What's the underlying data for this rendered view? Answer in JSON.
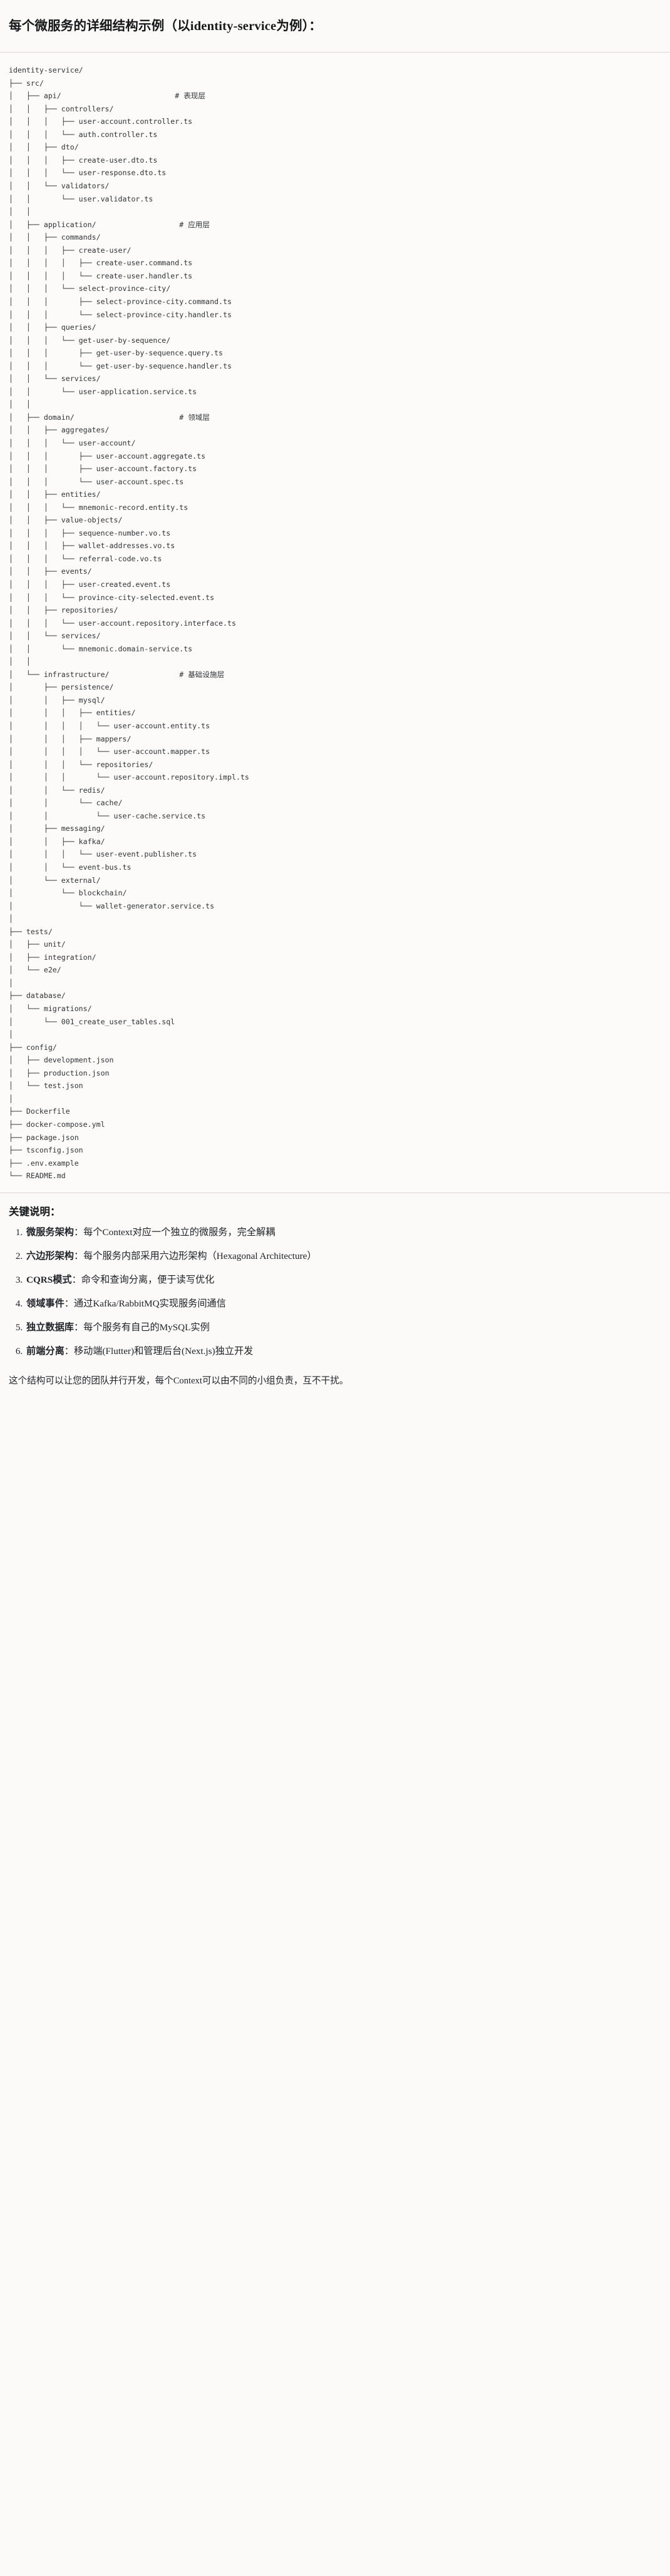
{
  "heading": "每个微服务的详细结构示例（以identity-service为例）：",
  "tree": {
    "root": "identity-service/",
    "lines": [
      "identity-service/",
      "├── src/",
      "│   ├── api/                          # 表现层",
      "│   │   ├── controllers/",
      "│   │   │   ├── user-account.controller.ts",
      "│   │   │   └── auth.controller.ts",
      "│   │   ├── dto/",
      "│   │   │   ├── create-user.dto.ts",
      "│   │   │   └── user-response.dto.ts",
      "│   │   └── validators/",
      "│   │       └── user.validator.ts",
      "│   │",
      "│   ├── application/                   # 应用层",
      "│   │   ├── commands/",
      "│   │   │   ├── create-user/",
      "│   │   │   │   ├── create-user.command.ts",
      "│   │   │   │   └── create-user.handler.ts",
      "│   │   │   └── select-province-city/",
      "│   │   │       ├── select-province-city.command.ts",
      "│   │   │       └── select-province-city.handler.ts",
      "│   │   ├── queries/",
      "│   │   │   └── get-user-by-sequence/",
      "│   │   │       ├── get-user-by-sequence.query.ts",
      "│   │   │       └── get-user-by-sequence.handler.ts",
      "│   │   └── services/",
      "│   │       └── user-application.service.ts",
      "│   │",
      "│   ├── domain/                        # 领域层",
      "│   │   ├── aggregates/",
      "│   │   │   └── user-account/",
      "│   │   │       ├── user-account.aggregate.ts",
      "│   │   │       ├── user-account.factory.ts",
      "│   │   │       └── user-account.spec.ts",
      "│   │   ├── entities/",
      "│   │   │   └── mnemonic-record.entity.ts",
      "│   │   ├── value-objects/",
      "│   │   │   ├── sequence-number.vo.ts",
      "│   │   │   ├── wallet-addresses.vo.ts",
      "│   │   │   └── referral-code.vo.ts",
      "│   │   ├── events/",
      "│   │   │   ├── user-created.event.ts",
      "│   │   │   └── province-city-selected.event.ts",
      "│   │   ├── repositories/",
      "│   │   │   └── user-account.repository.interface.ts",
      "│   │   └── services/",
      "│   │       └── mnemonic.domain-service.ts",
      "│   │",
      "│   └── infrastructure/                # 基础设施层",
      "│       ├── persistence/",
      "│       │   ├── mysql/",
      "│       │   │   ├── entities/",
      "│       │   │   │   └── user-account.entity.ts",
      "│       │   │   ├── mappers/",
      "│       │   │   │   └── user-account.mapper.ts",
      "│       │   │   └── repositories/",
      "│       │   │       └── user-account.repository.impl.ts",
      "│       │   └── redis/",
      "│       │       └── cache/",
      "│       │           └── user-cache.service.ts",
      "│       ├── messaging/",
      "│       │   ├── kafka/",
      "│       │   │   └── user-event.publisher.ts",
      "│       │   └── event-bus.ts",
      "│       └── external/",
      "│           └── blockchain/",
      "│               └── wallet-generator.service.ts",
      "│",
      "├── tests/",
      "│   ├── unit/",
      "│   ├── integration/",
      "│   └── e2e/",
      "│",
      "├── database/",
      "│   └── migrations/",
      "│       └── 001_create_user_tables.sql",
      "│",
      "├── config/",
      "│   ├── development.json",
      "│   ├── production.json",
      "│   └── test.json",
      "│",
      "├── Dockerfile",
      "├── docker-compose.yml",
      "├── package.json",
      "├── tsconfig.json",
      "├── .env.example",
      "└── README.md"
    ]
  },
  "keypoints": {
    "title": "关键说明：",
    "items": [
      {
        "term": "微服务架构",
        "sep": "：",
        "desc": "每个Context对应一个独立的微服务，完全解耦"
      },
      {
        "term": "六边形架构",
        "sep": "：",
        "desc": "每个服务内部采用六边形架构（Hexagonal Architecture）"
      },
      {
        "term": "CQRS模式",
        "sep": "：",
        "desc": "命令和查询分离，便于读写优化"
      },
      {
        "term": "领域事件",
        "sep": "：",
        "desc": "通过Kafka/RabbitMQ实现服务间通信"
      },
      {
        "term": "独立数据库",
        "sep": "：",
        "desc": "每个服务有自己的MySQL实例"
      },
      {
        "term": "前端分离",
        "sep": "：",
        "desc": "移动端(Flutter)和管理后台(Next.js)独立开发"
      }
    ]
  },
  "closing": "这个结构可以让您的团队并行开发，每个Context可以由不同的小组负责，互不干扰。"
}
